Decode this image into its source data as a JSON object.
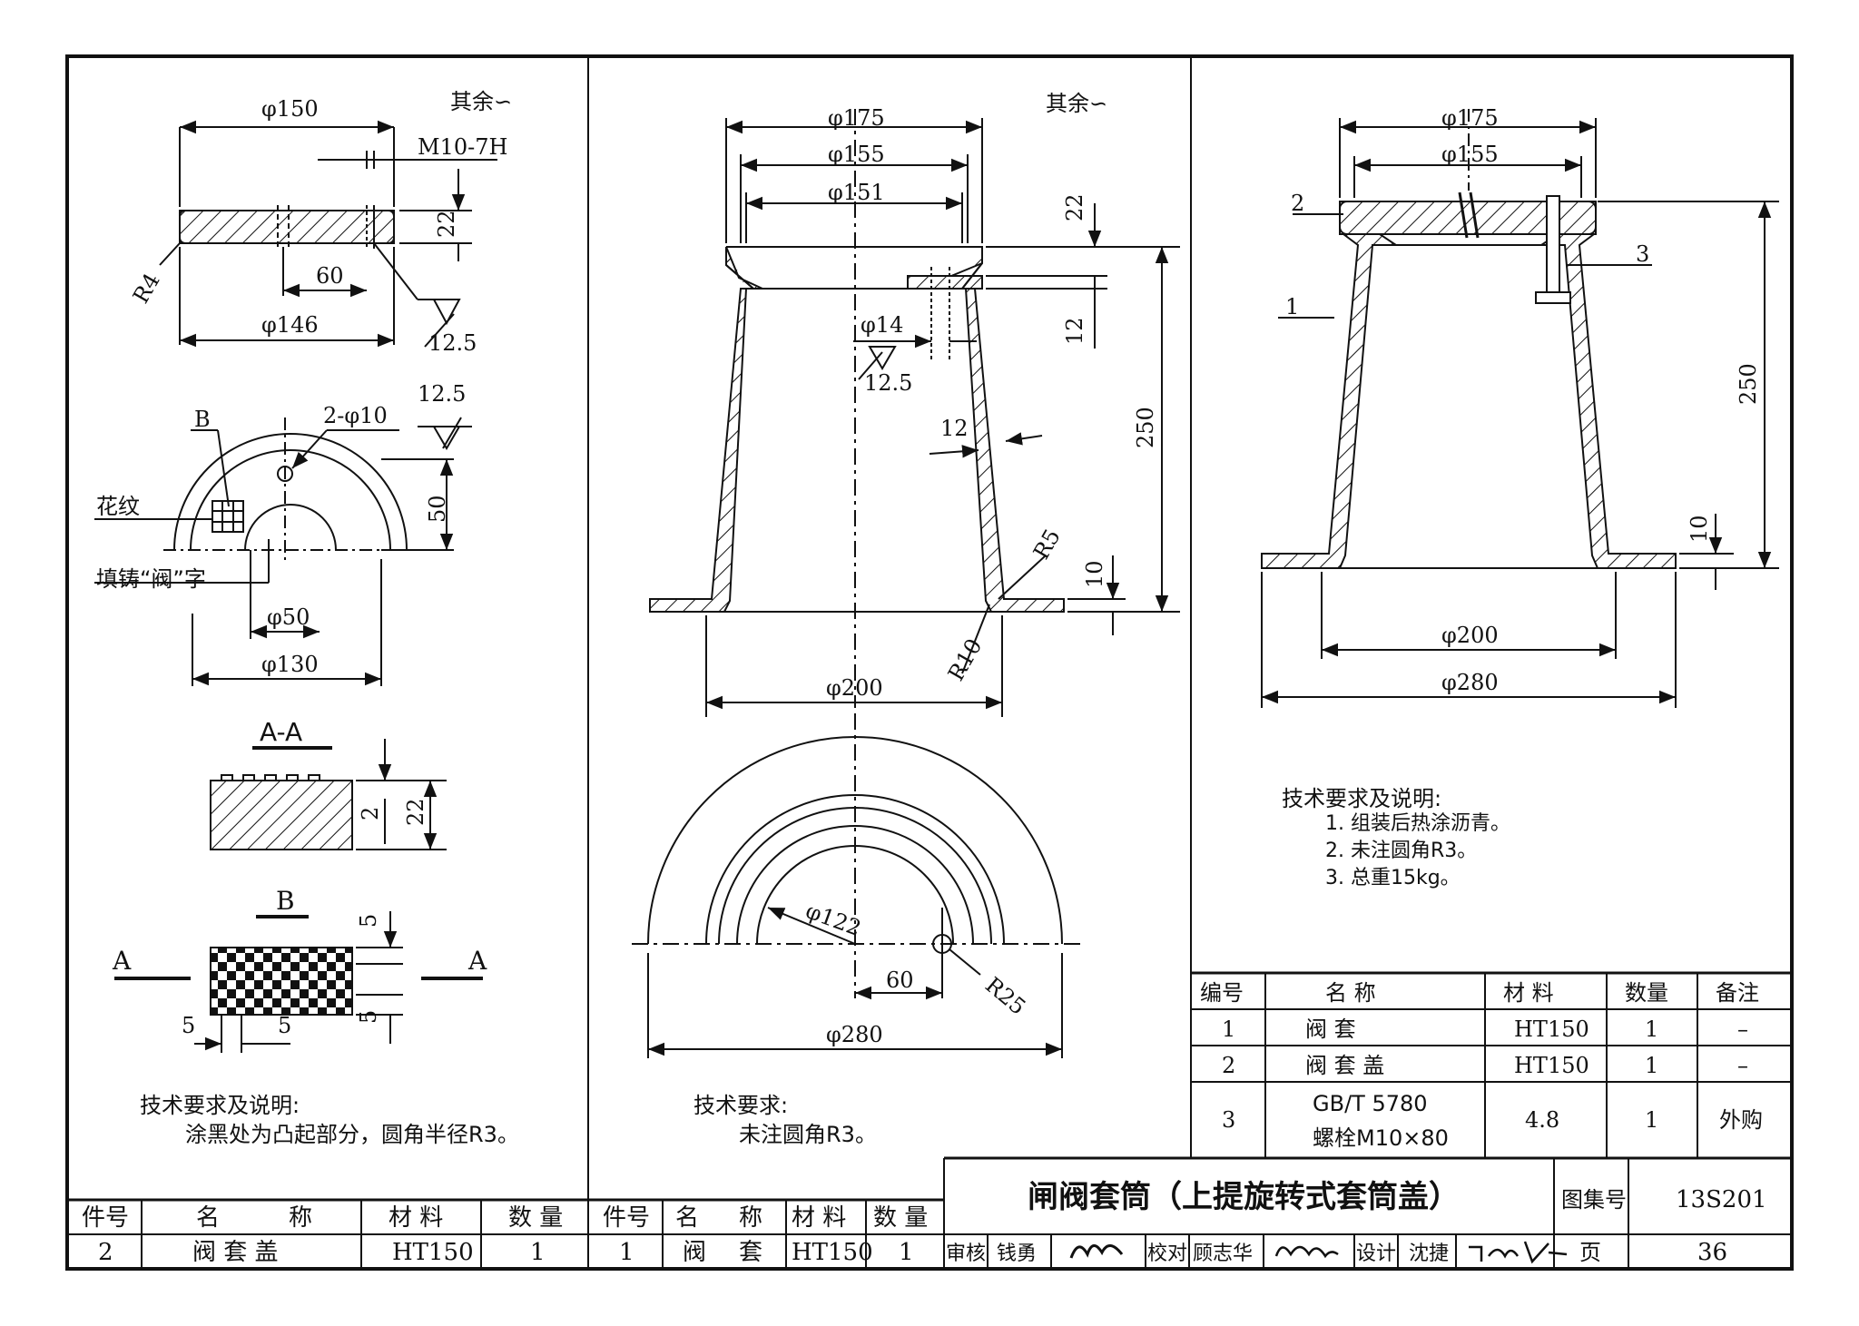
{
  "left_panel": {
    "surface_note": "其余∽",
    "dims": {
      "d150": "φ150",
      "m10": "M10-7H",
      "h22": "22",
      "r4": "R4",
      "d60": "60",
      "d146": "φ146",
      "ra12_5_a": "12.5",
      "ra12_5_b": "12.5",
      "holes": "2-φ10",
      "b": "B",
      "d50v": "50",
      "d50": "φ50",
      "d130": "φ130"
    },
    "labels": {
      "pattern": "花纹",
      "cast_char": "填铸“阀”字"
    },
    "section_aa": {
      "title": "A-A",
      "dim_2": "2",
      "dim_22": "22"
    },
    "detail_b": {
      "title": "B",
      "cut_a_left": "A",
      "cut_a_right": "A",
      "dim5_1": "5",
      "dim5_2": "5",
      "dim5_3": "5",
      "dim5_4": "5"
    },
    "notes": [
      "技术要求及说明:",
      "涂黑处为凸起部分，圆角半径R3。"
    ],
    "parts_table": {
      "headers": [
        "件号",
        "名",
        "称",
        "材 料",
        "数 量"
      ],
      "row": [
        "2",
        "阀 套 盖",
        "HT150",
        "1"
      ]
    }
  },
  "middle_panel": {
    "surface_note": "其余∽",
    "dims": {
      "d175": "φ175",
      "d155": "φ155",
      "d151": "φ151",
      "d14": "φ14",
      "ra12_5": "12.5",
      "h22": "22",
      "h12": "12",
      "t12": "12",
      "h250": "250",
      "r5": "R5",
      "h10": "10",
      "r10": "R10",
      "d200": "φ200",
      "d122": "φ122",
      "d60": "60",
      "r25": "R25",
      "d280": "φ280"
    },
    "notes": [
      "技术要求:",
      "未注圆角R3。"
    ],
    "parts_table": {
      "headers": [
        "件号",
        "名",
        "称",
        "材 料",
        "数 量"
      ],
      "row": [
        "1",
        "阀",
        "套",
        "HT150",
        "1"
      ]
    }
  },
  "right_panel": {
    "dims": {
      "d175": "φ175",
      "d155": "φ155",
      "h250": "250",
      "h10": "10",
      "d200": "φ200",
      "d280": "φ280"
    },
    "callouts": [
      "1",
      "2",
      "3"
    ],
    "notes": [
      "技术要求及说明:",
      "1. 组装后热涂沥青。",
      "2. 未注圆角R3。",
      "3. 总重15kg。"
    ],
    "bom": {
      "headers": [
        "编号",
        "名    称",
        "材  料",
        "数量",
        "备注"
      ],
      "rows": [
        [
          "1",
          "阀      套",
          "HT150",
          "1",
          "–"
        ],
        [
          "2",
          "阀  套  盖",
          "HT150",
          "1",
          "–"
        ],
        [
          "3",
          "GB/T 5780|螺栓M10×80",
          "4.8",
          "1",
          "外购"
        ]
      ]
    }
  },
  "title_block": {
    "title": "闸阀套筒（上提旋转式套筒盖）",
    "atlas_label": "图集号",
    "atlas_no": "13S201",
    "page_label": "页",
    "page_no": "36",
    "review_label": "审核",
    "reviewer": "钱勇",
    "check_label": "校对",
    "checker": "顾志华",
    "design_label": "设计",
    "designer": "沈捷",
    "signature_reviewer": "钱勇",
    "signature_checker": "顾志华",
    "signature_designer": "沈捷"
  }
}
